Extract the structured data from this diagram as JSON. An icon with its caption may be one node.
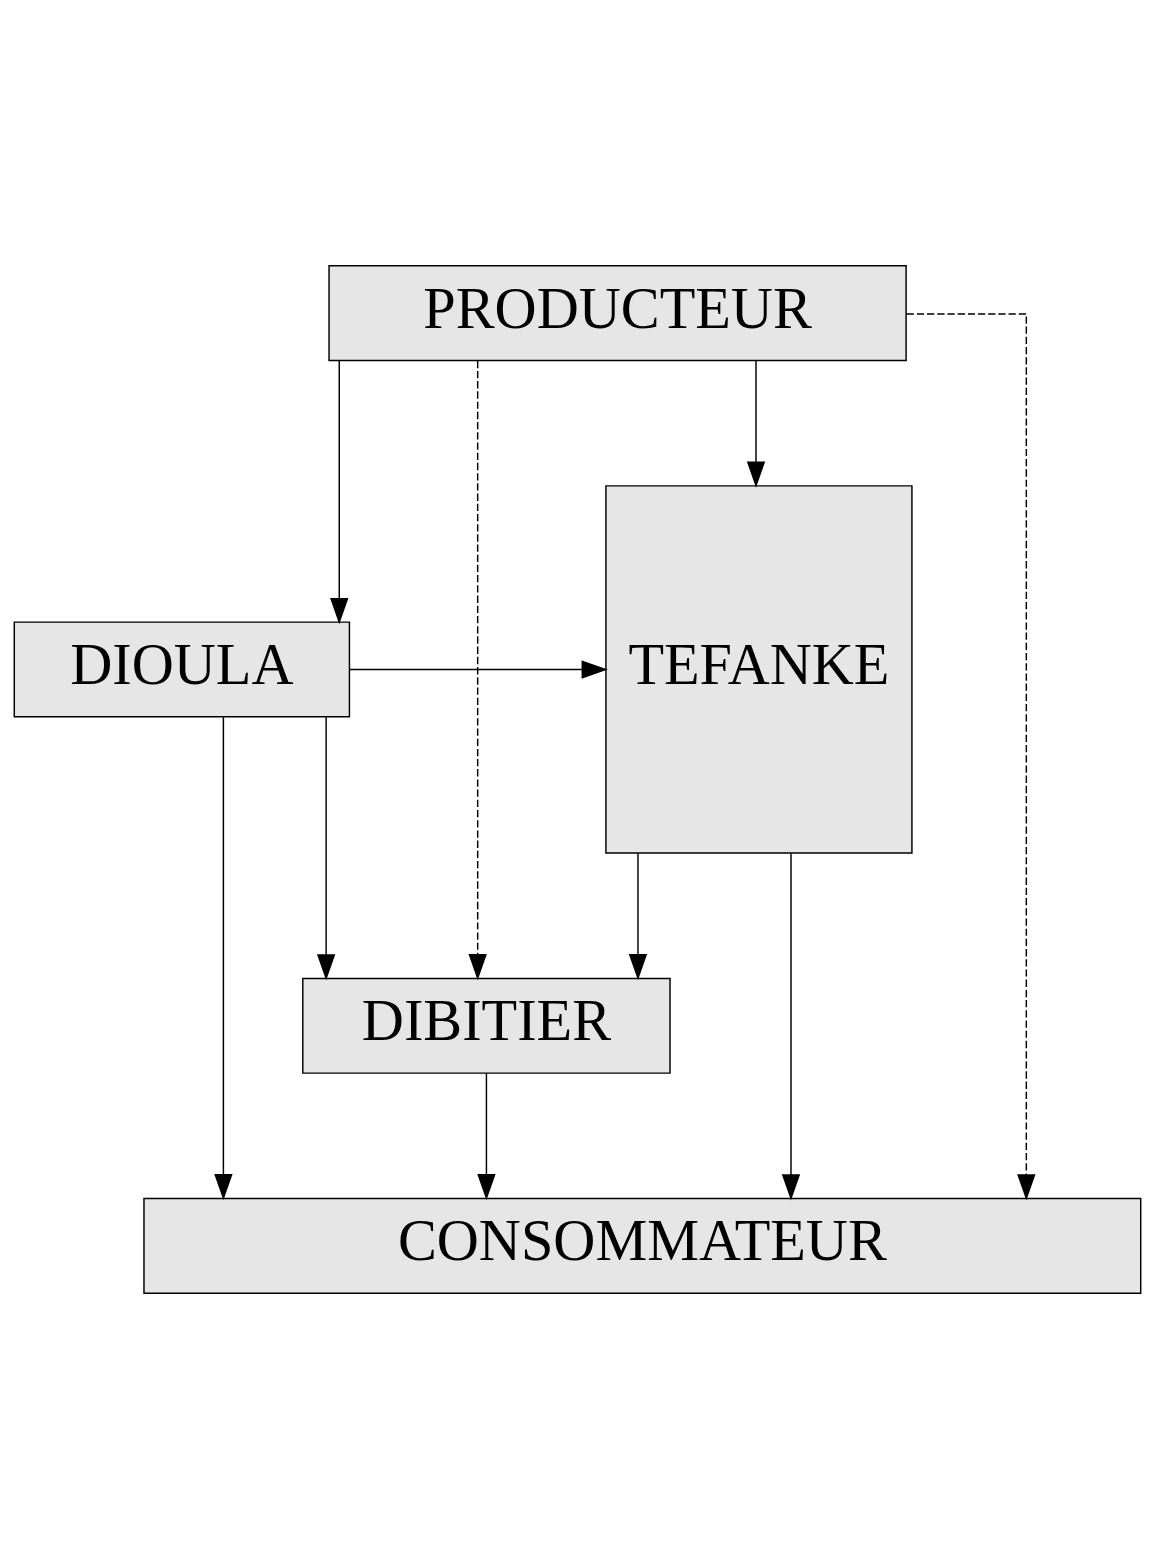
{
  "diagram": {
    "nodes": [
      {
        "text": [
          "PRODUCTEUR"
        ]
      },
      {
        "text": [
          "DIOULA"
        ]
      },
      {
        "text": [
          "TEFANKE"
        ]
      },
      {
        "text": [
          "DIBITIER"
        ]
      },
      {
        "text": [
          "CONSOMMATEUR"
        ]
      }
    ],
    "edges": [
      {
        "from": 0,
        "to": 4,
        "arrow": "to",
        "style": "dashed"
      },
      {
        "from": 0,
        "to": 1,
        "arrow": "to"
      },
      {
        "from": 0,
        "to": 3,
        "arrow": "to",
        "style": "dashed"
      },
      {
        "from": 0,
        "to": 2,
        "arrow": "to"
      },
      {
        "from": 1,
        "to": 2,
        "arrow": "to"
      },
      {
        "from": 1,
        "to": 3,
        "arrow": "to"
      },
      {
        "from": 1,
        "to": 4,
        "arrow": "to"
      },
      {
        "from": 2,
        "to": 3,
        "arrow": "to"
      },
      {
        "from": 3,
        "to": 4,
        "arrow": "to"
      },
      {
        "from": 2,
        "to": 4,
        "arrow": "to"
      }
    ]
  }
}
